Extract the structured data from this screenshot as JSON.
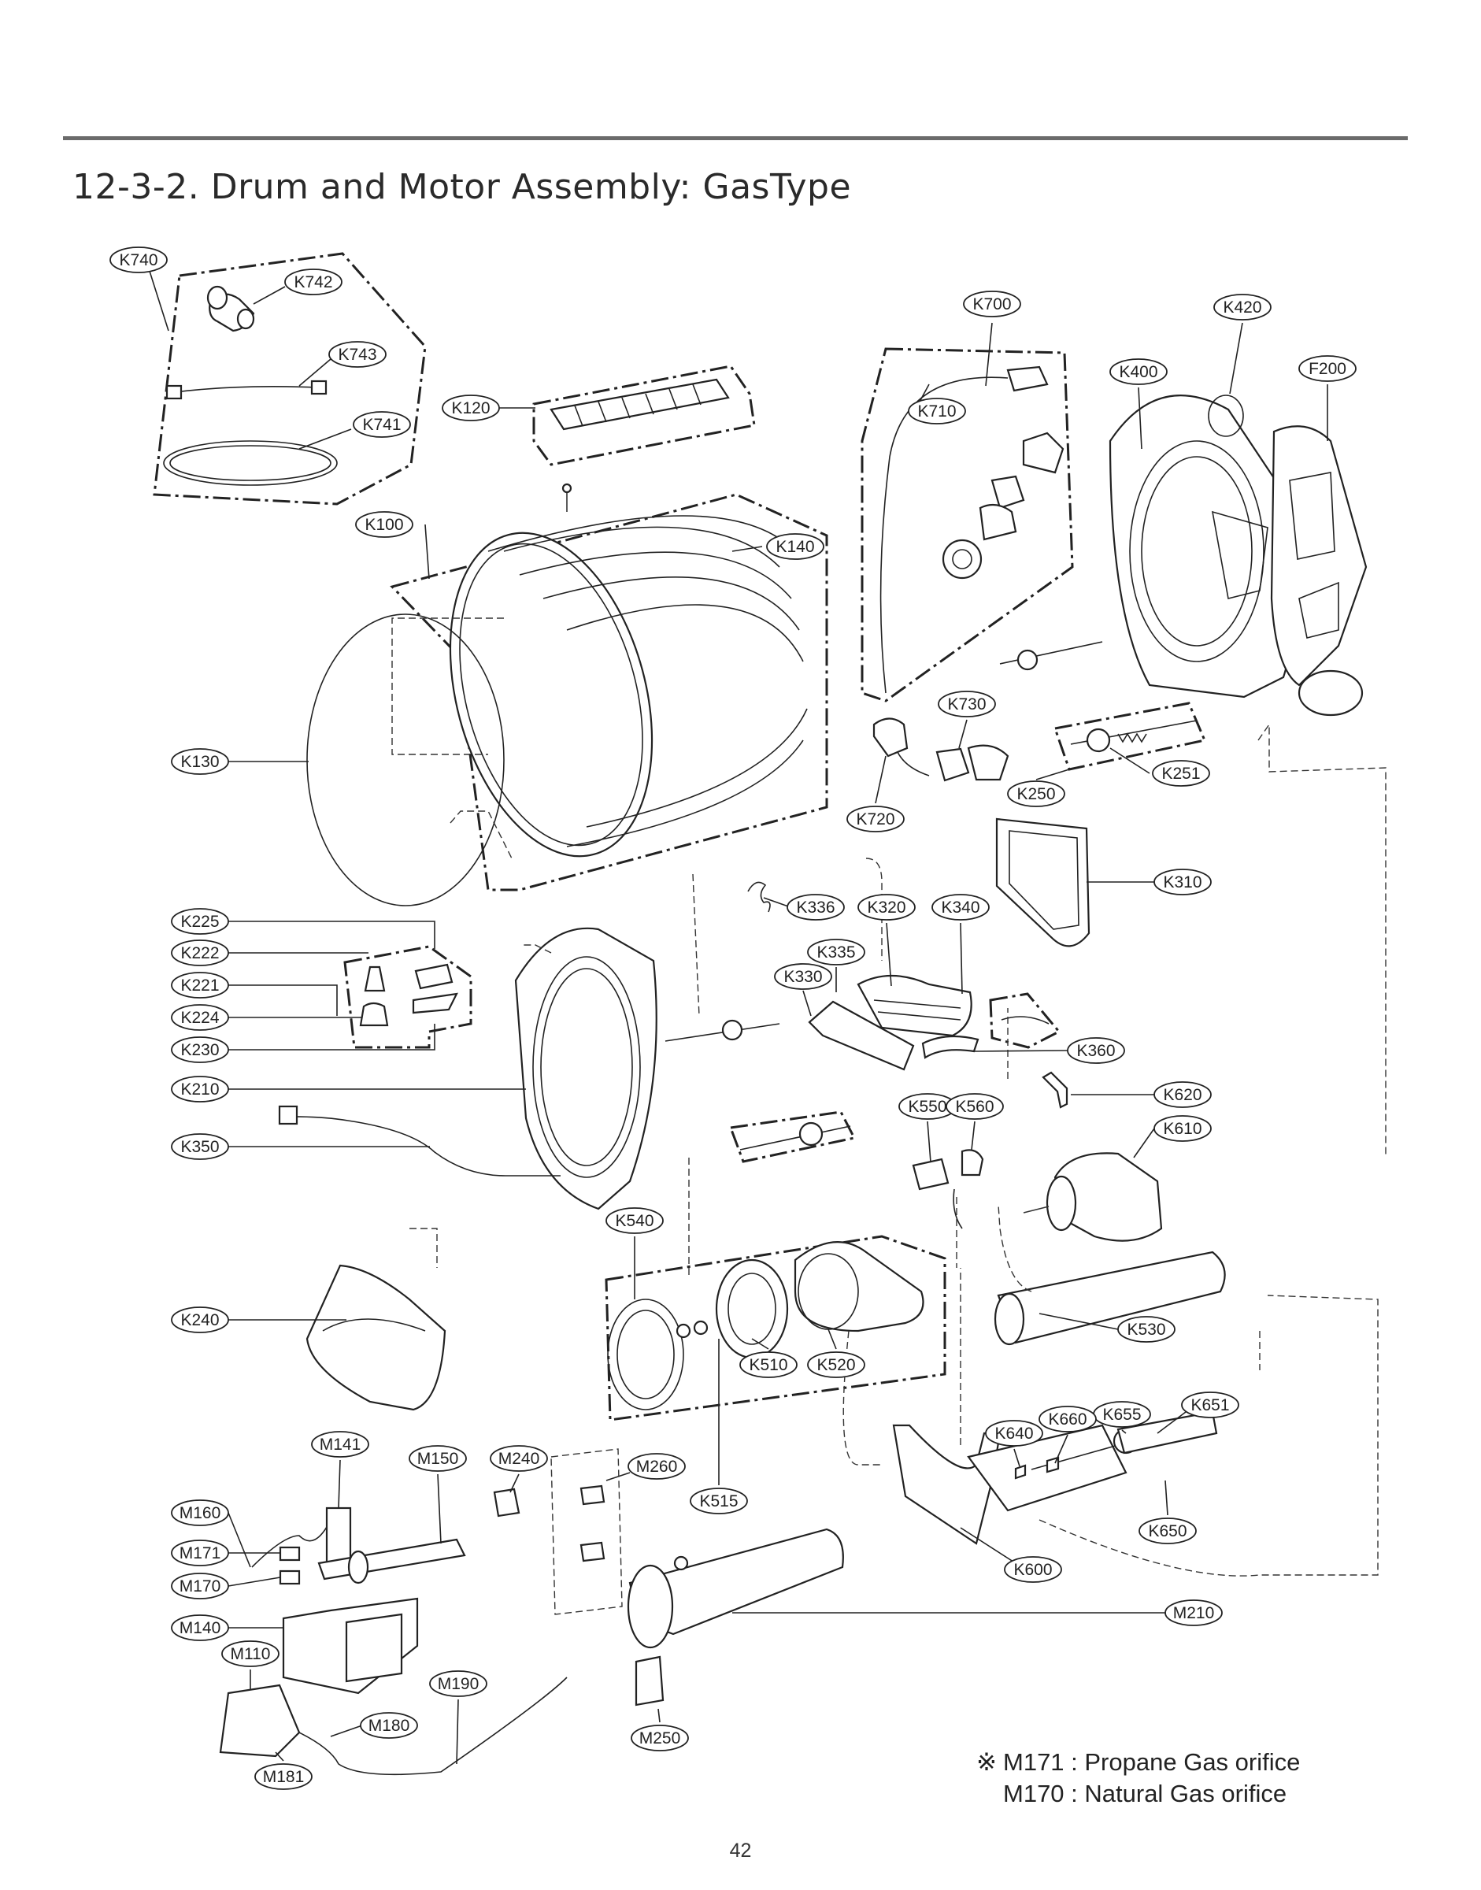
{
  "page": {
    "title": "12-3-2. Drum and Motor Assembly: GasType",
    "page_number": "42"
  },
  "notes": {
    "mark": "※",
    "line1": "M171 : Propane Gas orifice",
    "line2": "M170 : Natural Gas orifice"
  },
  "labels": [
    "K740",
    "K742",
    "K743",
    "K741",
    "K120",
    "K100",
    "K140",
    "K130",
    "K700",
    "K710",
    "K420",
    "K400",
    "F200",
    "K730",
    "K251",
    "K250",
    "K720",
    "K310",
    "K336",
    "K320",
    "K340",
    "K335",
    "K330",
    "K360",
    "K225",
    "K222",
    "K221",
    "K224",
    "K230",
    "K210",
    "K350",
    "K620",
    "K610",
    "K550",
    "K560",
    "K540",
    "K240",
    "K530",
    "K510",
    "K520",
    "K515",
    "K651",
    "K655",
    "K660",
    "K640",
    "K650",
    "K600",
    "M141",
    "M150",
    "M240",
    "M260",
    "M160",
    "M171",
    "M170",
    "M140",
    "M210",
    "M110",
    "M190",
    "M180",
    "M250",
    "M181"
  ]
}
